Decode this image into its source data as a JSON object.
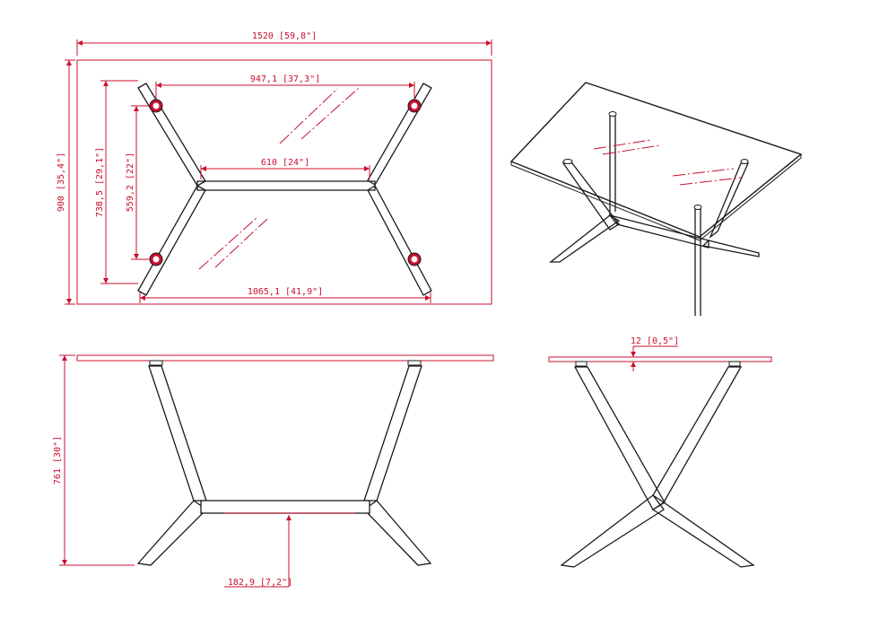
{
  "dimensions": {
    "top_view": {
      "overall_length": "1520 [59,8\"]",
      "overall_width": "900 [35,4\"]",
      "leg_span_top": "947,1 [37,3\"]",
      "crossbar_length": "610 [24\"]",
      "leg_span_bottom": "1065,1 [41,9\"]",
      "outer_leg_depth": "738,5 [29,1\"]",
      "inner_leg_depth": "559,2 [22\"]"
    },
    "front_view": {
      "height": "761 [30\"]",
      "crossbar_height": "182,9 [7,2\"]"
    },
    "side_view": {
      "glass_thickness": "12 [0,5\"]"
    }
  },
  "colors": {
    "dimension": "#c8102e",
    "outline": "#1a1a1a",
    "background": "#ffffff"
  }
}
